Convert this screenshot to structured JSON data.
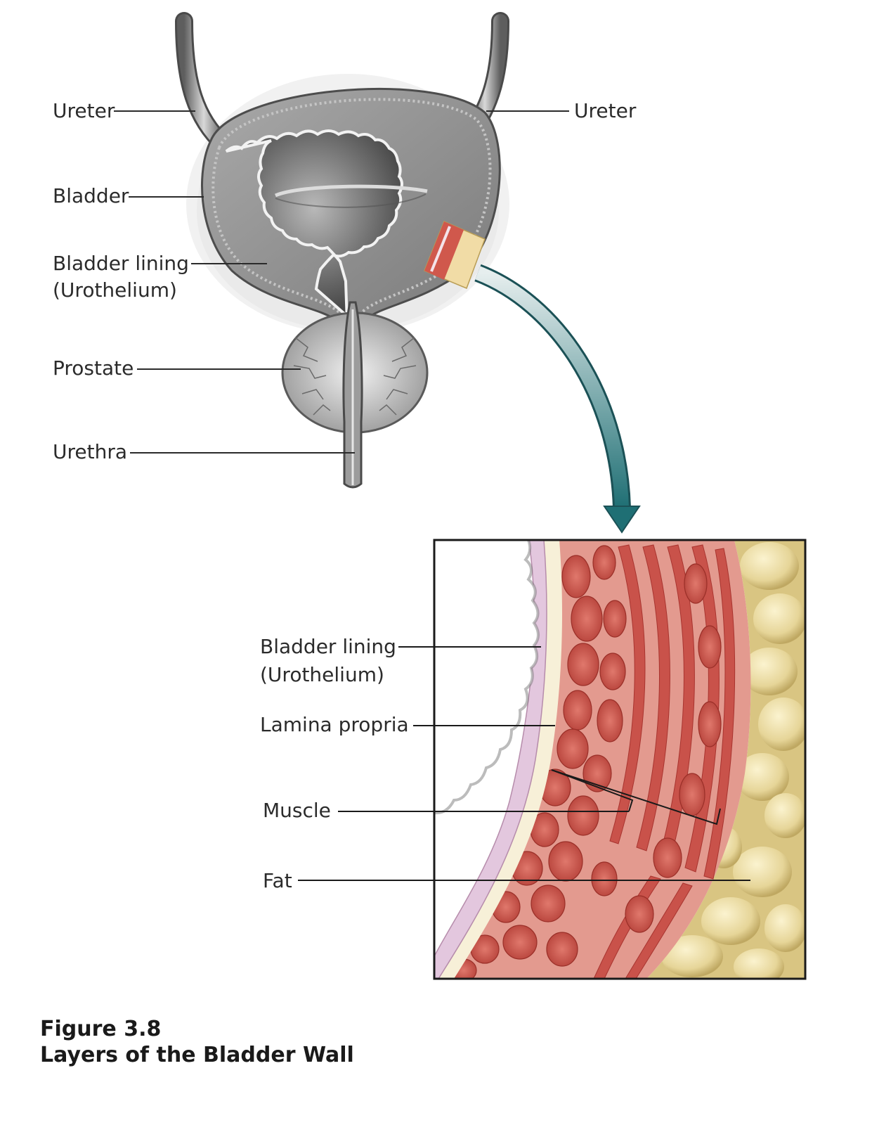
{
  "colors": {
    "muscle": "#c9524a",
    "muscle_dark": "#a8342f",
    "muscle_light": "#e9a9a0",
    "urothelium": "#e3c7de",
    "lamina": "#f6efd8",
    "fat": "#eddfa8",
    "fat_dark": "#c8b36b",
    "bladder_gray": "#8f8f8f",
    "arrow_teal": "#1f6f74",
    "leader": "#2b2b2b"
  },
  "overview_labels": {
    "ureter_left": "Ureter",
    "ureter_right": "Ureter",
    "bladder": "Bladder",
    "lining_line1": "Bladder lining",
    "lining_line2": "(Urothelium)",
    "prostate": "Prostate",
    "urethra": "Urethra"
  },
  "detail_labels": {
    "lining_line1": "Bladder lining",
    "lining_line2": "(Urothelium)",
    "lamina": "Lamina propria",
    "muscle": "Muscle",
    "fat": "Fat"
  },
  "caption": {
    "figure": "Figure 3.8",
    "title": "Layers of the Bladder Wall"
  }
}
